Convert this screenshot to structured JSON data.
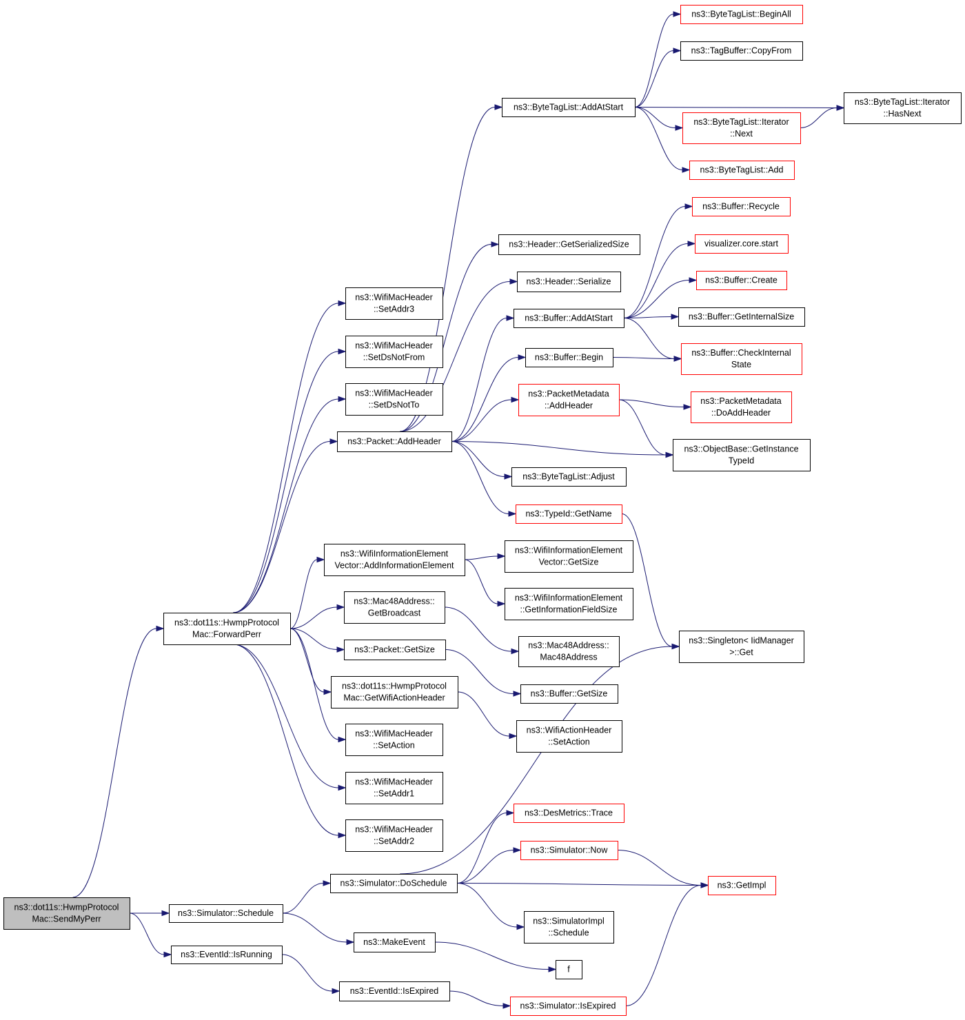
{
  "diagram": {
    "title": "",
    "colors": {
      "edge": "#191970",
      "node_border_default": "#000000",
      "node_border_truncated": "#ff0000",
      "node_fill_default": "#ffffff",
      "node_fill_root": "#bfbfbf"
    },
    "nodes": [
      {
        "id": "root",
        "lines": [
          "ns3::dot11s::HwmpProtocol",
          "Mac::SendMyPerr"
        ],
        "style": "root"
      },
      {
        "id": "fwdperr",
        "lines": [
          "ns3::dot11s::HwmpProtocol",
          "Mac::ForwardPerr"
        ],
        "style": "normal"
      },
      {
        "id": "schedule",
        "lines": [
          "ns3::Simulator::Schedule"
        ],
        "style": "normal"
      },
      {
        "id": "isrunning",
        "lines": [
          "ns3::EventId::IsRunning"
        ],
        "style": "normal"
      },
      {
        "id": "setaddr3",
        "lines": [
          "ns3::WifiMacHeader",
          "::SetAddr3"
        ],
        "style": "normal"
      },
      {
        "id": "setdsnotfrom",
        "lines": [
          "ns3::WifiMacHeader",
          "::SetDsNotFrom"
        ],
        "style": "normal"
      },
      {
        "id": "setdsnotto",
        "lines": [
          "ns3::WifiMacHeader",
          "::SetDsNotTo"
        ],
        "style": "normal"
      },
      {
        "id": "addheader",
        "lines": [
          "ns3::Packet::AddHeader"
        ],
        "style": "normal"
      },
      {
        "id": "addinfoel",
        "lines": [
          "ns3::WifiInformationElement",
          "Vector::AddInformationElement"
        ],
        "style": "normal"
      },
      {
        "id": "getbroadcast",
        "lines": [
          "ns3::Mac48Address::",
          "GetBroadcast"
        ],
        "style": "normal"
      },
      {
        "id": "pktgetsize",
        "lines": [
          "ns3::Packet::GetSize"
        ],
        "style": "normal"
      },
      {
        "id": "getwifiaction",
        "lines": [
          "ns3::dot11s::HwmpProtocol",
          "Mac::GetWifiActionHeader"
        ],
        "style": "normal"
      },
      {
        "id": "setaction",
        "lines": [
          "ns3::WifiMacHeader",
          "::SetAction"
        ],
        "style": "normal"
      },
      {
        "id": "setaddr1",
        "lines": [
          "ns3::WifiMacHeader",
          "::SetAddr1"
        ],
        "style": "normal"
      },
      {
        "id": "setaddr2",
        "lines": [
          "ns3::WifiMacHeader",
          "::SetAddr2"
        ],
        "style": "normal"
      },
      {
        "id": "doschedule",
        "lines": [
          "ns3::Simulator::DoSchedule"
        ],
        "style": "normal"
      },
      {
        "id": "makeevent",
        "lines": [
          "ns3::MakeEvent"
        ],
        "style": "normal"
      },
      {
        "id": "isexpired",
        "lines": [
          "ns3::EventId::IsExpired"
        ],
        "style": "normal"
      },
      {
        "id": "btladdatstart",
        "lines": [
          "ns3::ByteTagList::AddAtStart"
        ],
        "style": "normal"
      },
      {
        "id": "hdrgetsersize",
        "lines": [
          "ns3::Header::GetSerializedSize"
        ],
        "style": "normal"
      },
      {
        "id": "hdrserialize",
        "lines": [
          "ns3::Header::Serialize"
        ],
        "style": "normal"
      },
      {
        "id": "bufaddatstart",
        "lines": [
          "ns3::Buffer::AddAtStart"
        ],
        "style": "normal"
      },
      {
        "id": "bufbegin",
        "lines": [
          "ns3::Buffer::Begin"
        ],
        "style": "normal"
      },
      {
        "id": "pmaddheader",
        "lines": [
          "ns3::PacketMetadata",
          "::AddHeader"
        ],
        "style": "truncated"
      },
      {
        "id": "btladjust",
        "lines": [
          "ns3::ByteTagList::Adjust"
        ],
        "style": "normal"
      },
      {
        "id": "typeidgetname",
        "lines": [
          "ns3::TypeId::GetName"
        ],
        "style": "truncated"
      },
      {
        "id": "wievgetsize",
        "lines": [
          "ns3::WifiInformationElement",
          "Vector::GetSize"
        ],
        "style": "normal"
      },
      {
        "id": "wiegetinfofield",
        "lines": [
          "ns3::WifiInformationElement",
          "::GetInformationFieldSize"
        ],
        "style": "normal"
      },
      {
        "id": "mac48ctor",
        "lines": [
          "ns3::Mac48Address::",
          "Mac48Address"
        ],
        "style": "normal"
      },
      {
        "id": "bufgetsize",
        "lines": [
          "ns3::Buffer::GetSize"
        ],
        "style": "normal"
      },
      {
        "id": "wahsetaction",
        "lines": [
          "ns3::WifiActionHeader",
          "::SetAction"
        ],
        "style": "normal"
      },
      {
        "id": "desmetrics",
        "lines": [
          "ns3::DesMetrics::Trace"
        ],
        "style": "truncated"
      },
      {
        "id": "simnow",
        "lines": [
          "ns3::Simulator::Now"
        ],
        "style": "truncated"
      },
      {
        "id": "simimplsched",
        "lines": [
          "ns3::SimulatorImpl",
          "::Schedule"
        ],
        "style": "normal"
      },
      {
        "id": "f",
        "lines": [
          "f"
        ],
        "style": "normal"
      },
      {
        "id": "simisexpired",
        "lines": [
          "ns3::Simulator::IsExpired"
        ],
        "style": "truncated"
      },
      {
        "id": "btlbeginall",
        "lines": [
          "ns3::ByteTagList::BeginAll"
        ],
        "style": "truncated"
      },
      {
        "id": "tagbufcopy",
        "lines": [
          "ns3::TagBuffer::CopyFrom"
        ],
        "style": "normal"
      },
      {
        "id": "btlitnext",
        "lines": [
          "ns3::ByteTagList::Iterator",
          "::Next"
        ],
        "style": "truncated"
      },
      {
        "id": "btladd",
        "lines": [
          "ns3::ByteTagList::Add"
        ],
        "style": "truncated"
      },
      {
        "id": "bufrecycle",
        "lines": [
          "ns3::Buffer::Recycle"
        ],
        "style": "truncated"
      },
      {
        "id": "vizstart",
        "lines": [
          "visualizer.core.start"
        ],
        "style": "truncated"
      },
      {
        "id": "bufcreate",
        "lines": [
          "ns3::Buffer::Create"
        ],
        "style": "truncated"
      },
      {
        "id": "bufgetinternal",
        "lines": [
          "ns3::Buffer::GetInternalSize"
        ],
        "style": "normal"
      },
      {
        "id": "bufcheckinternal",
        "lines": [
          "ns3::Buffer::CheckInternal",
          "State"
        ],
        "style": "truncated"
      },
      {
        "id": "pmdoaddheader",
        "lines": [
          "ns3::PacketMetadata",
          "::DoAddHeader"
        ],
        "style": "truncated"
      },
      {
        "id": "objgetinstance",
        "lines": [
          "ns3::ObjectBase::GetInstance",
          "TypeId"
        ],
        "style": "normal"
      },
      {
        "id": "singletonget",
        "lines": [
          "ns3::Singleton< IidManager",
          ">::Get"
        ],
        "style": "normal"
      },
      {
        "id": "getimpl",
        "lines": [
          "ns3::GetImpl"
        ],
        "style": "truncated"
      },
      {
        "id": "btlithasnext",
        "lines": [
          "ns3::ByteTagList::Iterator",
          "::HasNext"
        ],
        "style": "normal"
      }
    ],
    "edges": [
      {
        "from": "root",
        "to": "fwdperr"
      },
      {
        "from": "root",
        "to": "schedule"
      },
      {
        "from": "root",
        "to": "isrunning"
      },
      {
        "from": "fwdperr",
        "to": "setaddr3"
      },
      {
        "from": "fwdperr",
        "to": "setdsnotfrom"
      },
      {
        "from": "fwdperr",
        "to": "setdsnotto"
      },
      {
        "from": "fwdperr",
        "to": "addheader"
      },
      {
        "from": "fwdperr",
        "to": "addinfoel"
      },
      {
        "from": "fwdperr",
        "to": "getbroadcast"
      },
      {
        "from": "fwdperr",
        "to": "pktgetsize"
      },
      {
        "from": "fwdperr",
        "to": "getwifiaction"
      },
      {
        "from": "fwdperr",
        "to": "setaction"
      },
      {
        "from": "fwdperr",
        "to": "setaddr1"
      },
      {
        "from": "fwdperr",
        "to": "setaddr2"
      },
      {
        "from": "schedule",
        "to": "doschedule"
      },
      {
        "from": "schedule",
        "to": "makeevent"
      },
      {
        "from": "isrunning",
        "to": "isexpired"
      },
      {
        "from": "addheader",
        "to": "btladdatstart"
      },
      {
        "from": "addheader",
        "to": "hdrgetsersize"
      },
      {
        "from": "addheader",
        "to": "hdrserialize"
      },
      {
        "from": "addheader",
        "to": "bufaddatstart"
      },
      {
        "from": "addheader",
        "to": "bufbegin"
      },
      {
        "from": "addheader",
        "to": "pmaddheader"
      },
      {
        "from": "addheader",
        "to": "objgetinstance"
      },
      {
        "from": "addheader",
        "to": "btladjust"
      },
      {
        "from": "addheader",
        "to": "typeidgetname"
      },
      {
        "from": "addinfoel",
        "to": "wievgetsize"
      },
      {
        "from": "addinfoel",
        "to": "wiegetinfofield"
      },
      {
        "from": "getbroadcast",
        "to": "mac48ctor"
      },
      {
        "from": "pktgetsize",
        "to": "bufgetsize"
      },
      {
        "from": "getwifiaction",
        "to": "wahsetaction"
      },
      {
        "from": "doschedule",
        "to": "singletonget"
      },
      {
        "from": "doschedule",
        "to": "desmetrics"
      },
      {
        "from": "doschedule",
        "to": "simnow"
      },
      {
        "from": "doschedule",
        "to": "getimpl"
      },
      {
        "from": "doschedule",
        "to": "simimplsched"
      },
      {
        "from": "makeevent",
        "to": "f"
      },
      {
        "from": "isexpired",
        "to": "simisexpired"
      },
      {
        "from": "btladdatstart",
        "to": "btlbeginall"
      },
      {
        "from": "btladdatstart",
        "to": "tagbufcopy"
      },
      {
        "from": "btladdatstart",
        "to": "btlithasnext"
      },
      {
        "from": "btladdatstart",
        "to": "btlitnext"
      },
      {
        "from": "btladdatstart",
        "to": "btladd"
      },
      {
        "from": "btlitnext",
        "to": "btlithasnext"
      },
      {
        "from": "bufaddatstart",
        "to": "bufrecycle"
      },
      {
        "from": "bufaddatstart",
        "to": "vizstart"
      },
      {
        "from": "bufaddatstart",
        "to": "bufcreate"
      },
      {
        "from": "bufaddatstart",
        "to": "bufgetinternal"
      },
      {
        "from": "bufaddatstart",
        "to": "bufcheckinternal"
      },
      {
        "from": "bufbegin",
        "to": "bufcheckinternal"
      },
      {
        "from": "pmaddheader",
        "to": "pmdoaddheader"
      },
      {
        "from": "pmaddheader",
        "to": "objgetinstance"
      },
      {
        "from": "typeidgetname",
        "to": "singletonget"
      },
      {
        "from": "simnow",
        "to": "getimpl"
      },
      {
        "from": "simisexpired",
        "to": "getimpl"
      }
    ]
  }
}
